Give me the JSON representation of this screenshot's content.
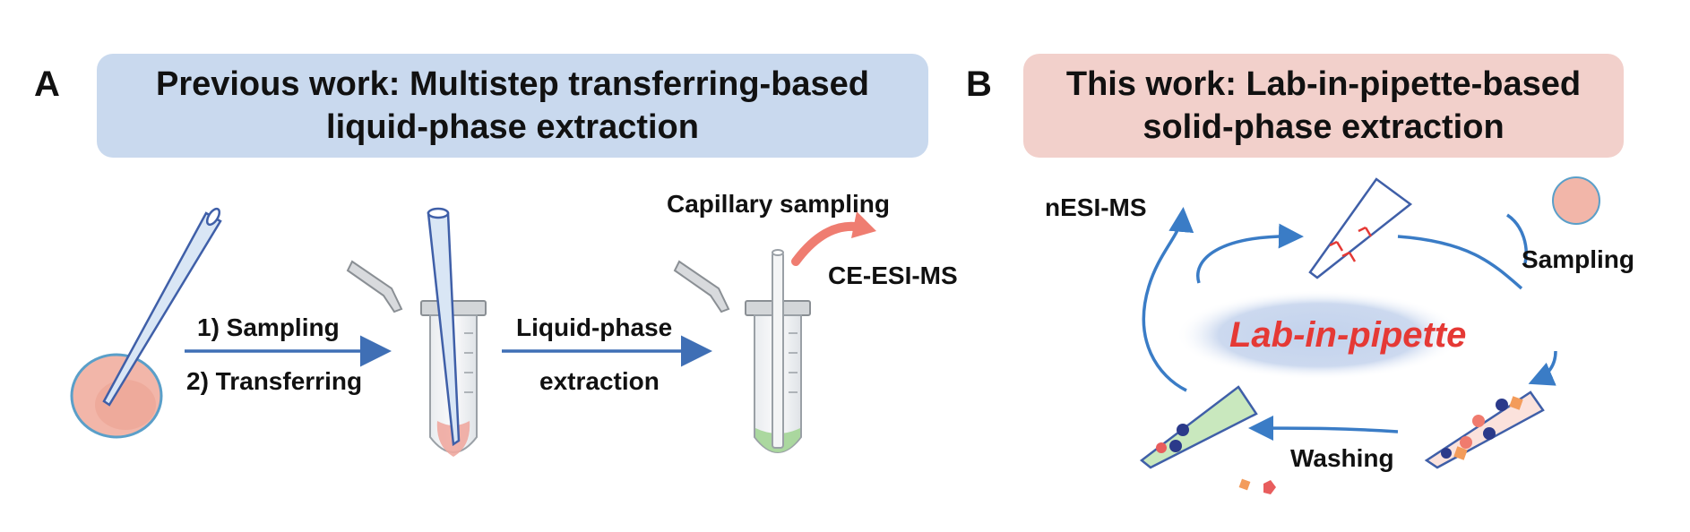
{
  "panel_a": {
    "letter": "A",
    "title_line1": "Previous work: Multistep transferring-based",
    "title_line2": "liquid-phase extraction",
    "step1_line1": "1) Sampling",
    "step1_line2": "2) Transferring",
    "step2_line1": "Liquid-phase",
    "step2_line2": "extraction",
    "capillary_label": "Capillary sampling",
    "ms_label": "CE-ESI-MS"
  },
  "panel_b": {
    "letter": "B",
    "title_line1": "This work: Lab-in-pipette-based",
    "title_line2": "solid-phase extraction",
    "center_label": "Lab-in-pipette",
    "nesi_label": "nESI-MS",
    "sampling_label": "Sampling",
    "washing_label": "Washing"
  },
  "colors": {
    "title_a_bg": "#c9d9ee",
    "title_b_bg": "#f2d0cb",
    "arrow_blue": "#3f6fb5",
    "cycle_blue": "#3a7cc6",
    "cell_pink": "#f2b6a9",
    "green_liquid": "#a7d69a",
    "accent_red": "#e53935"
  }
}
